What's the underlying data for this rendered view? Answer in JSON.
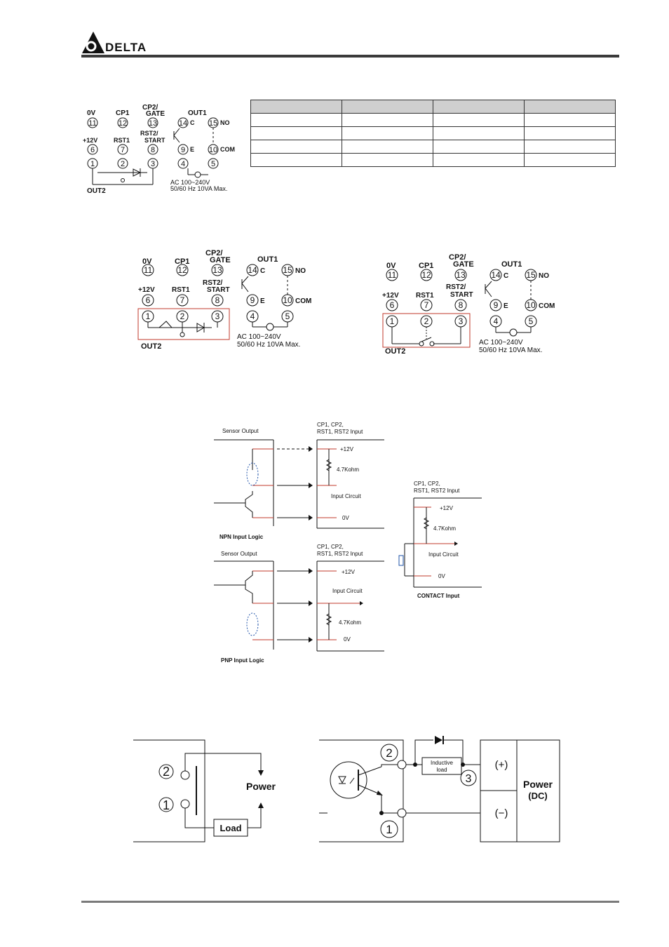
{
  "header": {
    "brand": "DELTA"
  },
  "diagram1": {
    "top_labels": [
      "0V",
      "CP1",
      "CP2/",
      "GATE",
      "OUT1"
    ],
    "t_top": [
      "11",
      "12",
      "13",
      "14",
      "15"
    ],
    "mid_labels": [
      "+12V",
      "RST1",
      "RST2/",
      "START"
    ],
    "t_mid": [
      "6",
      "7",
      "8",
      "9",
      "10"
    ],
    "t_bot": [
      "1",
      "2",
      "3",
      "4",
      "5"
    ],
    "c_label": "C",
    "no_label": "NO",
    "e_label": "E",
    "com_label": "COM",
    "out2_label": "OUT2",
    "ac_line1": "AC 100~240V",
    "ac_line2": "50/60 Hz 10VA Max."
  },
  "table": {
    "rows": 5,
    "cols": 4
  },
  "input_circuits": {
    "sensor_output": "Sensor Output",
    "cp_line1": "CP1, CP2,",
    "cp_line2": "RST1, RST2 Input",
    "v12": "+12V",
    "res": "4.7Kohm",
    "input_circuit": "Input Circuit",
    "input_circuit_pnp": "Input Circuit",
    "v0": "0V",
    "npn_label": "NPN Input Logic",
    "pnp_label": "PNP Input Logic",
    "contact_label": "CONTACT Input"
  },
  "output_wiring": {
    "n2": "2",
    "n1": "1",
    "n3": "3",
    "power": "Power",
    "load": "Load",
    "inductive_line1": "Inductive",
    "inductive_line2": "load",
    "plus": "(+)",
    "minus": "(−)",
    "power_dc_1": "Power",
    "power_dc_2": "(DC)"
  }
}
